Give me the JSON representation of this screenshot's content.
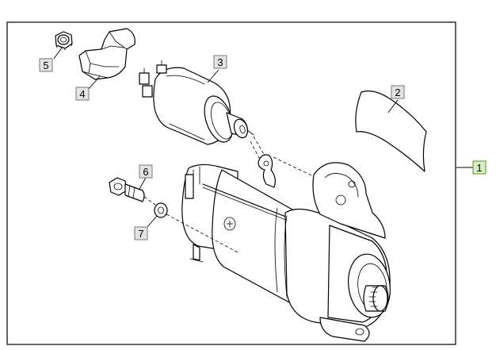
{
  "callouts": [
    {
      "id": "1",
      "label": "1",
      "style": "green"
    },
    {
      "id": "2",
      "label": "2",
      "style": "grey"
    },
    {
      "id": "3",
      "label": "3",
      "style": "grey"
    },
    {
      "id": "4",
      "label": "4",
      "style": "grey"
    },
    {
      "id": "5",
      "label": "5",
      "style": "grey"
    },
    {
      "id": "6",
      "label": "6",
      "style": "grey"
    },
    {
      "id": "7",
      "label": "7",
      "style": "grey"
    }
  ],
  "colors": {
    "green_fill": "#d8f0c8",
    "green_stroke": "#4c9a2a",
    "grey_fill": "#e4e4e4",
    "grey_stroke": "#777777",
    "frame": "#000000"
  }
}
